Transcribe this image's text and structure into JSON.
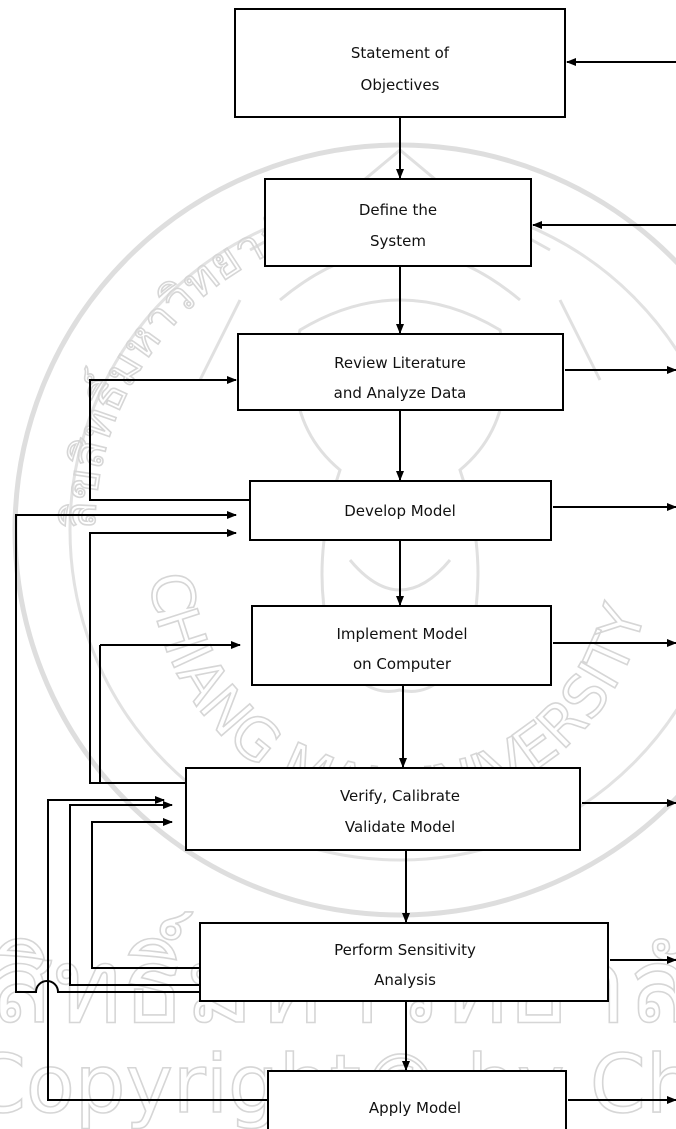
{
  "diagram": {
    "boxes": [
      {
        "id": "objectives",
        "lines": [
          "Statement of",
          "Objectives"
        ]
      },
      {
        "id": "define-system",
        "lines": [
          "Define the",
          "System"
        ]
      },
      {
        "id": "review-literature",
        "lines": [
          "Review Literature",
          "and Analyze Data"
        ]
      },
      {
        "id": "develop-model",
        "lines": [
          "Develop Model"
        ]
      },
      {
        "id": "implement-model",
        "lines": [
          "Implement Model",
          "on Computer"
        ]
      },
      {
        "id": "verify-model",
        "lines": [
          "Verify, Calibrate",
          "Validate Model"
        ]
      },
      {
        "id": "sensitivity",
        "lines": [
          "Perform Sensitivity",
          "Analysis"
        ]
      },
      {
        "id": "apply-model",
        "lines": [
          "Apply Model"
        ]
      }
    ]
  },
  "watermark": {
    "arc_top": "ลิขสิทธิ์มหาวิทยาลัยเชียงใหม่",
    "arc_bottom": "CHIANG MAI UNIVERSITY",
    "band_thai": "สิทธิ์มหาวิทยาลัยเชียงใหม่",
    "band_english": "Copyright© by Chiang Mai University"
  }
}
